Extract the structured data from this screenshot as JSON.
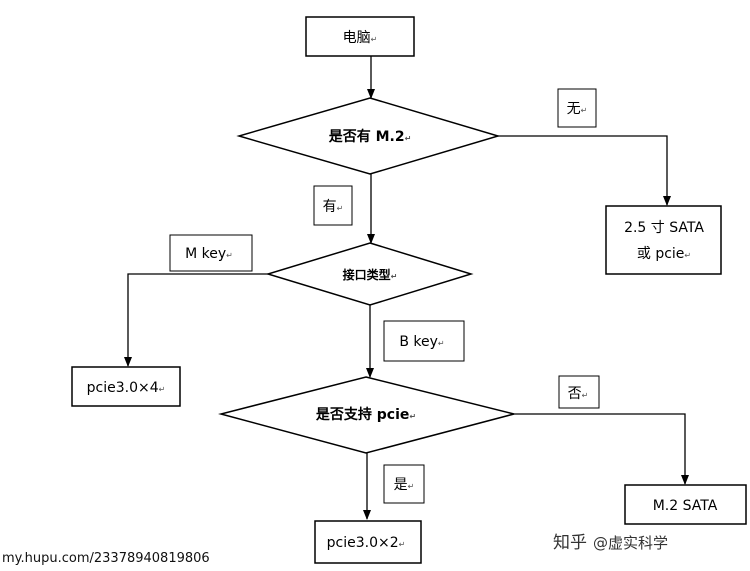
{
  "nodes": {
    "computer": "电脑",
    "has_m2": "是否有 M.2",
    "sata_line1": "2.5 寸 SATA",
    "sata_line2": "或 pcie",
    "interface_type": "接口类型",
    "pcie_x4": "pcie3.0×4",
    "support_pcie": "是否支持 pcie",
    "m2_sata": "M.2 SATA",
    "pcie_x2": "pcie3.0×2"
  },
  "edge_labels": {
    "no": "无",
    "yes_has": "有",
    "m_key": "M key",
    "b_key": "B key",
    "no_fou": "否",
    "yes_shi": "是"
  },
  "paragraph_mark": "↵",
  "watermarks": {
    "url": "my.hupu.com/23378940819806",
    "zhihu": "知乎",
    "author": "@虚实科学"
  }
}
